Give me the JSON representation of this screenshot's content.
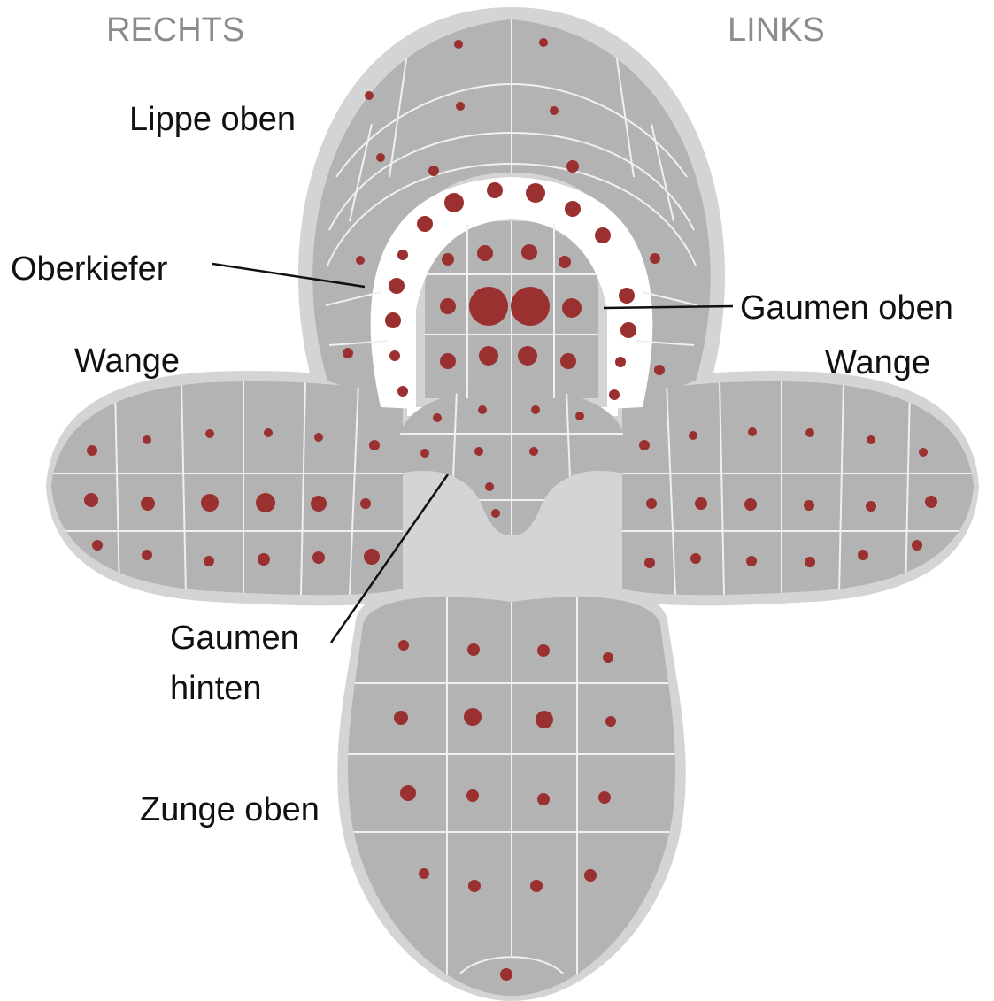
{
  "header": {
    "right_side_label": "RECHTS",
    "left_side_label": "LINKS"
  },
  "labels": {
    "lip_upper": "Lippe oben",
    "maxilla": "Oberkiefer",
    "palate_upper": "Gaumen oben",
    "cheek_right": "Wange",
    "cheek_left": "Wange",
    "palate_back_line1": "Gaumen",
    "palate_back_line2": "hinten",
    "tongue_upper": "Zunge oben"
  },
  "colors": {
    "region_fill": "#b3b3b3",
    "outline_fill": "#d4d4d4",
    "grid_line": "#f0f0f0",
    "dot": "#9a3030",
    "label_text": "#111111",
    "side_text": "#8c8c8c"
  },
  "icons": {
    "marker": "dot-marker"
  }
}
